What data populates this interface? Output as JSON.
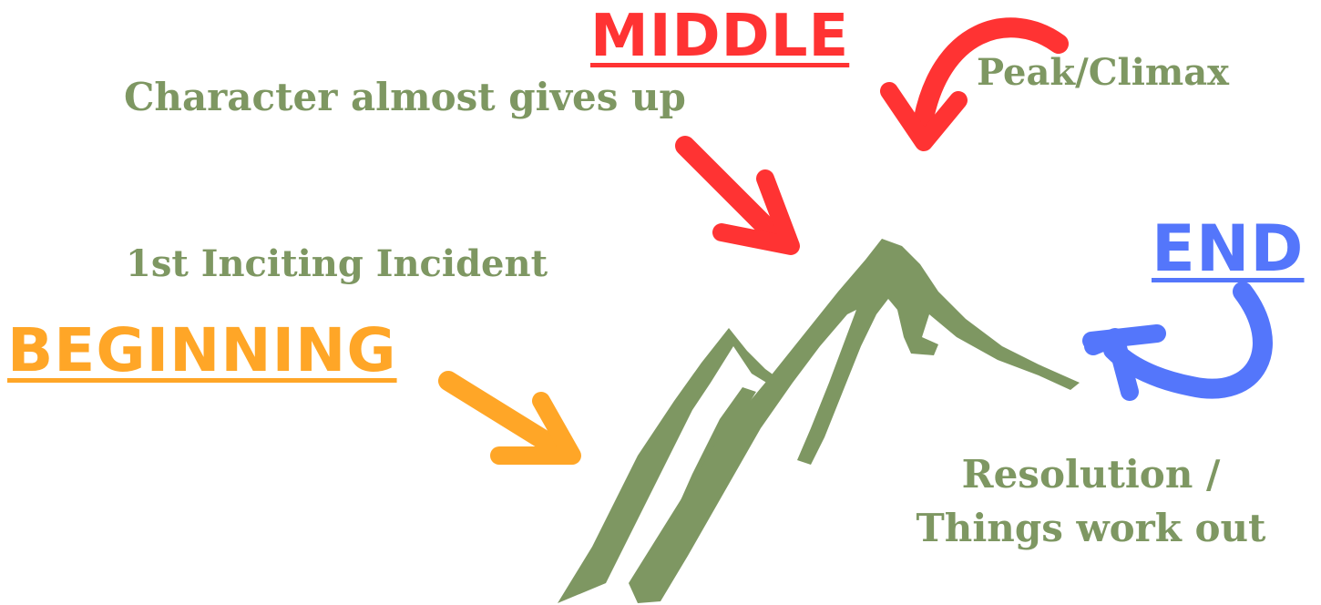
{
  "colors": {
    "green": "#7e9762",
    "red": "#ff3333",
    "orange": "#ffa627",
    "blue": "#5476fb"
  },
  "stages": {
    "beginning": "BEGINNING",
    "middle": "MIDDLE",
    "end": "END"
  },
  "notes": {
    "inciting": "1st Inciting Incident",
    "gives_up": "Character almost gives up",
    "peak": "Peak/Climax",
    "resolution_line1": "Resolution /",
    "resolution_line2": "Things work out"
  },
  "icons": {
    "mountain": "mountain-icon",
    "arrows": [
      "arrow-orange-icon",
      "arrow-red-straight-icon",
      "arrow-red-curved-icon",
      "arrow-blue-curved-icon"
    ]
  }
}
